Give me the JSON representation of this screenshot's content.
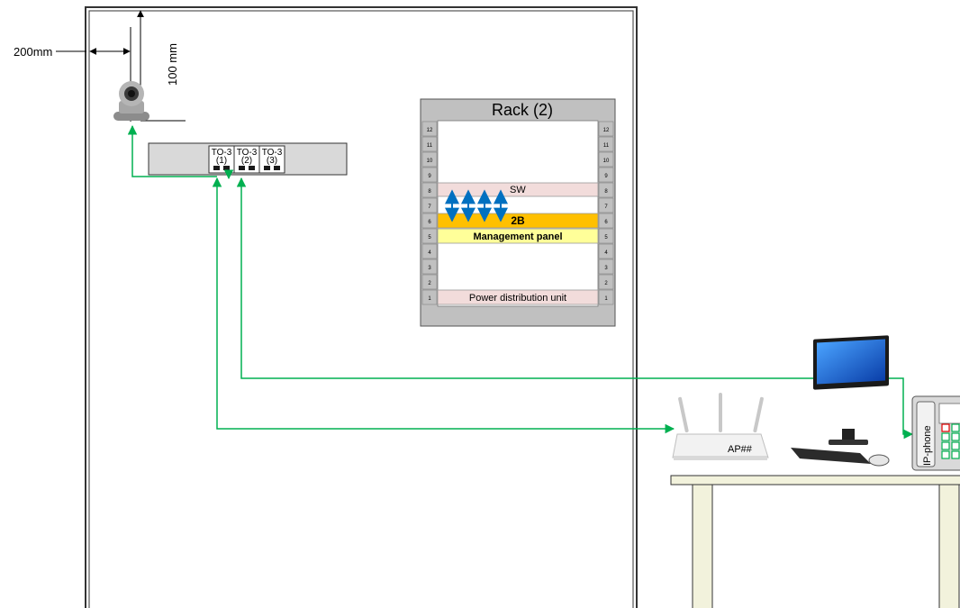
{
  "dimensions": {
    "horizontal_label": "200mm",
    "vertical_label": "100 mm"
  },
  "outlets": [
    {
      "label": "TO-3",
      "number": "(1)"
    },
    {
      "label": "TO-3",
      "number": "(2)"
    },
    {
      "label": "TO-3",
      "number": "(3)"
    }
  ],
  "rack": {
    "title": "Rack (2)",
    "units": [
      "12",
      "11",
      "10",
      "9",
      "8",
      "7",
      "6",
      "5",
      "4",
      "3",
      "2",
      "1"
    ],
    "devices": {
      "sw": "SW",
      "patch": "2B",
      "management": "Management panel",
      "pdu": "Power distribution unit"
    }
  },
  "devices": {
    "ap_label": "AP##",
    "phone_label": "IP-phone"
  },
  "colors": {
    "cable": "#00b050",
    "rack_frame": "#c0c0c0",
    "patch_panel": "#ffc000",
    "management_panel": "#ffff99",
    "sw_panel": "#f2dcdb",
    "sw_arrows": "#0070c0"
  },
  "icons": [
    "camera-icon",
    "wifi-router-icon",
    "monitor-icon",
    "keyboard-icon",
    "mouse-icon",
    "ip-phone-icon",
    "desk-icon"
  ]
}
